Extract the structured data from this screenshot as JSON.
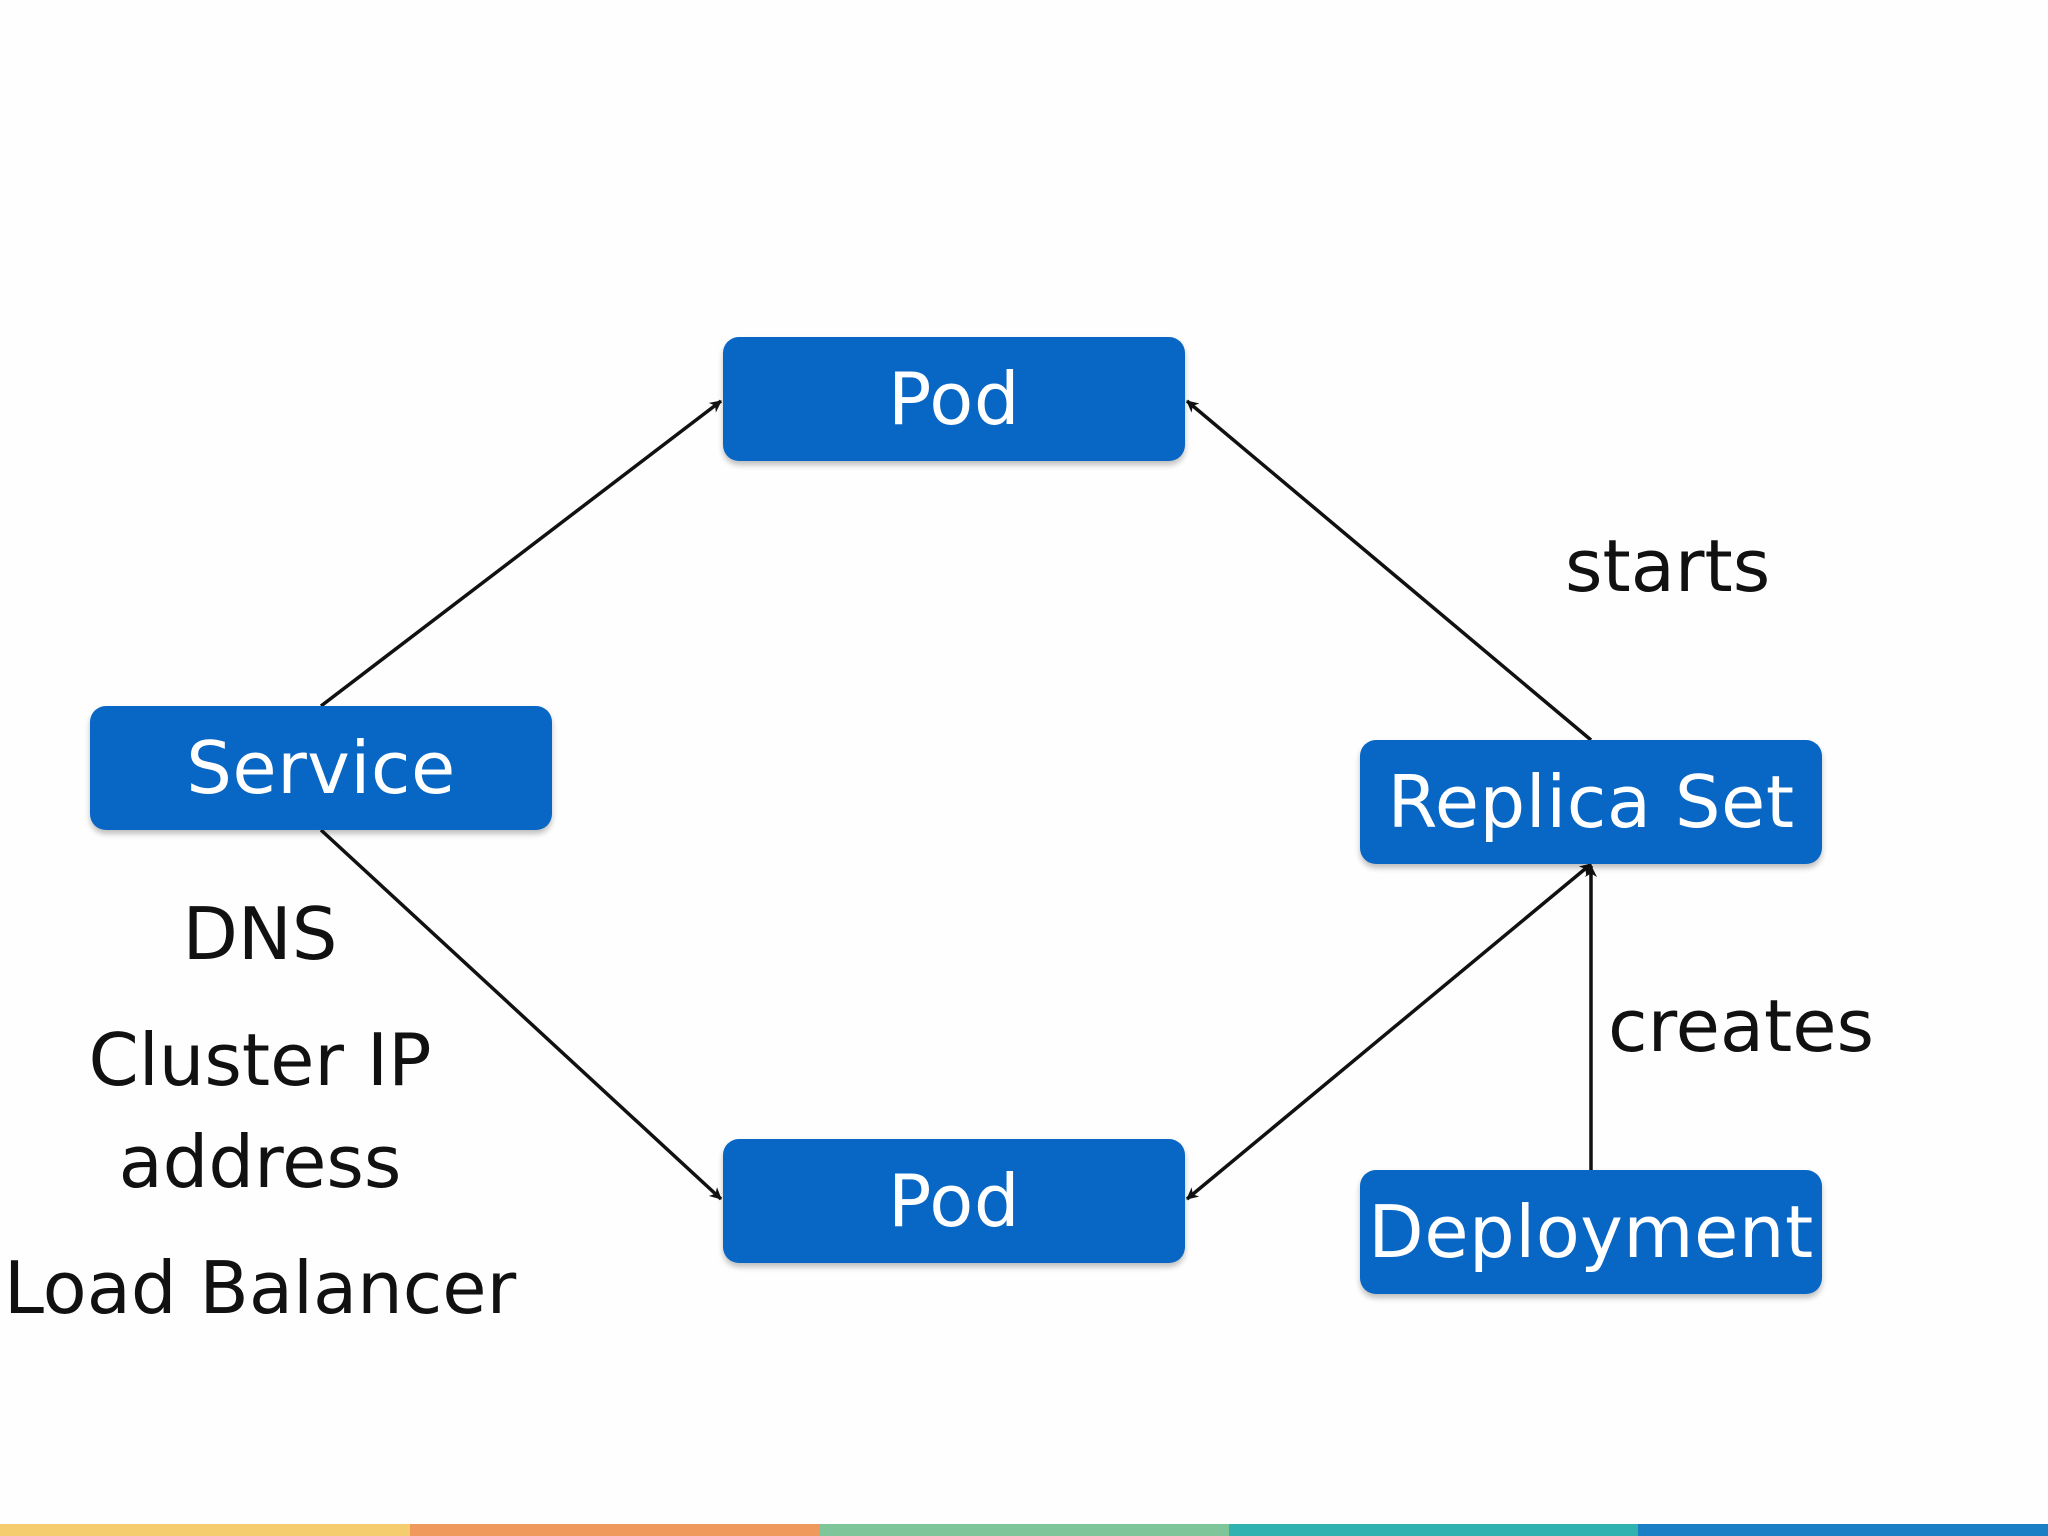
{
  "nodes": {
    "pod_top": "Pod",
    "pod_bottom": "Pod",
    "service": "Service",
    "replica_set": "Replica Set",
    "deployment": "Deployment"
  },
  "edge_labels": {
    "starts": "starts",
    "creates": "creates"
  },
  "service_notes": {
    "dns": "DNS",
    "cluster_ip_line1": "Cluster IP",
    "cluster_ip_line2": "address",
    "load_balancer": "Load Balancer"
  },
  "colors": {
    "node_fill": "#0866c4",
    "node_text": "#ffffff",
    "text": "#111111",
    "stripe": [
      "#f5cd6e",
      "#ef9a5c",
      "#7fc59a",
      "#2fb2b0",
      "#1a7fc5"
    ]
  }
}
